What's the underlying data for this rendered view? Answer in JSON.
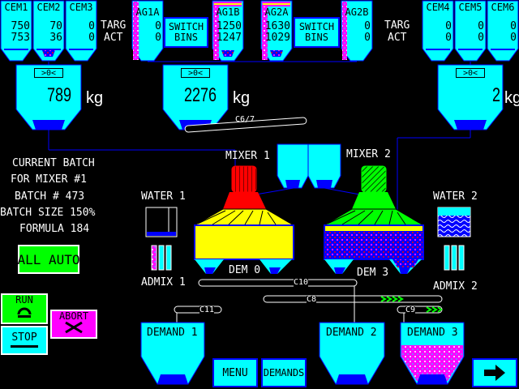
{
  "bins_left": [
    {
      "name": "CEM1",
      "targ": "750",
      "act": "753"
    },
    {
      "name": "CEM2",
      "targ": "70",
      "act": "36"
    },
    {
      "name": "CEM3",
      "targ": "0",
      "act": "0"
    }
  ],
  "bins_right": [
    {
      "name": "CEM4",
      "targ": "0",
      "act": "0"
    },
    {
      "name": "CEM5",
      "targ": "0",
      "act": "0"
    },
    {
      "name": "CEM6",
      "targ": "0",
      "act": "0"
    }
  ],
  "agg_bins": [
    {
      "name": "AG1A",
      "targ": "0",
      "act": "0"
    },
    {
      "name": "AG1B",
      "targ": "1250",
      "act": "1247"
    },
    {
      "name": "AG2A",
      "targ": "1630",
      "act": "1029"
    },
    {
      "name": "AG2B",
      "targ": "0",
      "act": "0"
    }
  ],
  "labels": {
    "targ": "TARG",
    "act": "ACT"
  },
  "switch_bins_label": "SWITCH\nBINS",
  "scales": [
    {
      "weight": "789",
      "unit": "kg",
      "zero": ">0<"
    },
    {
      "weight": "2276",
      "unit": "kg",
      "zero": ">0<"
    },
    {
      "weight": "2",
      "unit": "kg",
      "zero": ">0<"
    }
  ],
  "conveyors": {
    "c67": "C6/7",
    "c10": "C10",
    "c11": "C11",
    "c8": "C8",
    "c9": "C9"
  },
  "mixers": {
    "mixer1": "MIXER 1",
    "mixer2": "MIXER 2",
    "dem0": "DEM 0",
    "dem3": "DEM 3"
  },
  "batch_info": {
    "line1": "CURRENT BATCH",
    "line2": "FOR MIXER #1",
    "line3": "BATCH # 473",
    "line4": "BATCH SIZE 150%",
    "line5": "FORMULA 184"
  },
  "water": {
    "water1": "WATER 1",
    "water2": "WATER 2"
  },
  "admix": {
    "admix1": "ADMIX 1",
    "admix2": "ADMIX 2"
  },
  "buttons": {
    "all_auto": "ALL AUTO",
    "run": "RUN",
    "abort": "ABORT",
    "stop": "STOP",
    "menu": "MENU",
    "demands": "DEMANDS"
  },
  "demands": {
    "d1": "DEMAND 1",
    "d2": "DEMAND 2",
    "d3": "DEMAND 3"
  },
  "colors": {
    "cyan": "#00ffff",
    "blue": "#0000ff",
    "yellow": "#ffff00",
    "green": "#00ff00",
    "red": "#ff0000",
    "magenta": "#ff00ff"
  }
}
